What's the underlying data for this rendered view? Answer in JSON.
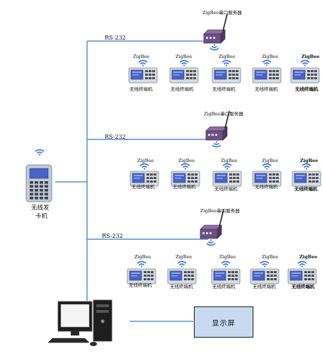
{
  "groups": [
    {
      "rs232_label": "RS-232",
      "server_label": "ZigBee串口服务器",
      "terminals": [
        {
          "top": "ZigBee",
          "bottom": "无线终端机"
        },
        {
          "top": "ZigBee",
          "bottom": "无线终端机"
        },
        {
          "top": "ZigBee",
          "bottom": "无线终端机"
        },
        {
          "top": "ZigBee",
          "bottom": "无线终端机"
        },
        {
          "top": "ZigBee",
          "bottom": "无线终端机"
        }
      ]
    },
    {
      "rs232_label": "RS-232",
      "server_label": "ZigBee串口服务器",
      "terminals": [
        {
          "top": "ZigBee",
          "bottom": "无线终端机"
        },
        {
          "top": "ZigBee",
          "bottom": "无线终端机"
        },
        {
          "top": "ZigBee",
          "bottom": "无线终端机"
        },
        {
          "top": "ZigBee",
          "bottom": "无线终端机"
        },
        {
          "top": "ZigBee",
          "bottom": "无线终端机"
        }
      ]
    },
    {
      "rs232_label": "RS-232",
      "server_label": "ZigBee串口服务器",
      "terminals": [
        {
          "top": "ZigBee",
          "bottom": "无线终端机"
        },
        {
          "top": "ZigBee",
          "bottom": "无线终端机"
        },
        {
          "top": "ZigBee",
          "bottom": "无线终端机"
        },
        {
          "top": "ZigBee",
          "bottom": "无线终端机"
        },
        {
          "top": "ZigBee",
          "bottom": "无线终端机"
        }
      ]
    }
  ],
  "card_issuer": {
    "line1": "无线发",
    "line2": "卡机"
  },
  "display_label": "显示屏",
  "colors": {
    "bus_line": "#5b8fd6",
    "screen": "#4a63c8",
    "display_fill": "#c9daf0",
    "wifi": "#3b78d8"
  }
}
